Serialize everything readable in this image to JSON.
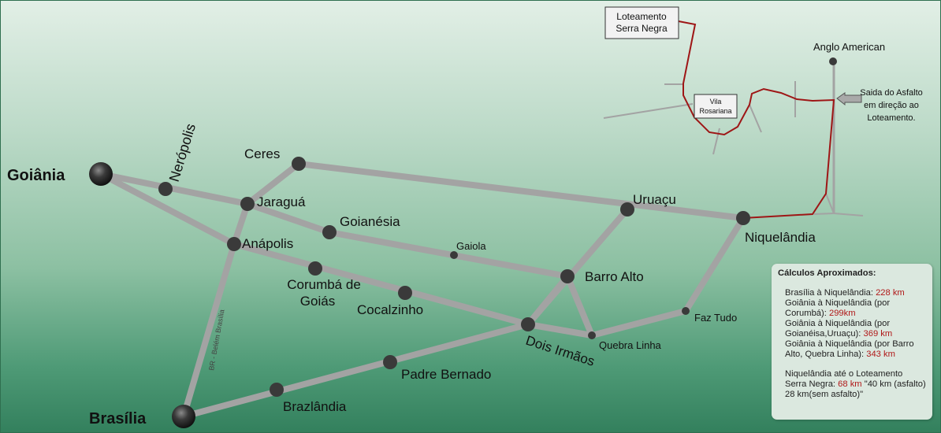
{
  "cities": {
    "goiania": "Goiânia",
    "brasilia": "Brasília",
    "neropolis": "Nerópolis",
    "ceres": "Ceres",
    "jaragua": "Jaraguá",
    "anapolis": "Anápolis",
    "goianesia": "Goianésia",
    "gaiola": "Gaiola",
    "uruacu": "Uruaçu",
    "niquelandia": "Niquelândia",
    "barro_alto": "Barro Alto",
    "corumba_line1": "Corumbá de",
    "corumba_line2": "Goiás",
    "cocalzinho": "Cocalzinho",
    "dois_irmaos": "Dois Irmãos",
    "quebra_linha": "Quebra Linha",
    "faz_tudo": "Faz Tudo",
    "padre_bernado": "Padre Bernado",
    "brazlandia": "Brazlândia",
    "anglo_american": "Anglo American",
    "vila_rosariana_line1": "Vila",
    "vila_rosariana_line2": "Rosariana"
  },
  "road_labels": {
    "br_belem_brasilia": "BR - Belém Brasília"
  },
  "loteamento": {
    "line1": "Loteamento",
    "line2": "Serra Negra"
  },
  "exit_note": {
    "line1": "Saida do Asfalto",
    "line2": "em direção ao",
    "line3": "Loteamento."
  },
  "calculations": {
    "title": "Cálculos Aproximados:",
    "entries": [
      {
        "prefix": "Brasília à Niquelândia: ",
        "value": "228 km"
      },
      {
        "prefix": "Goiânia à Niquelândia (por Corumbá): ",
        "value": "299km"
      },
      {
        "prefix": "Goiânia à Niquelândia (por Goianéisa,Uruaçu): ",
        "value": "369 km"
      },
      {
        "prefix": "Goiânia à Niquelândia (por Barro Alto, Quebra Linha): ",
        "value": "343 km"
      }
    ],
    "loteamento_note": {
      "prefix": "Niquelândia até o Loteamento Serra Negra: ",
      "value": "68 km",
      "suffix": " \"40 km (asfalto) 28 km(sem asfalto)\""
    }
  },
  "colors": {
    "road": "#a3a3a3",
    "dirt_road": "#9e1616",
    "node": "#3a3a3a",
    "highlight_value": "#b01818"
  }
}
